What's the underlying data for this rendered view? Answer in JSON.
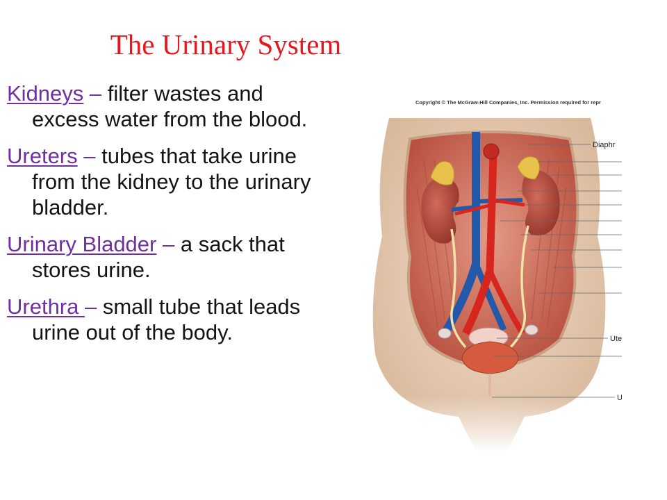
{
  "slide": {
    "title": "The Urinary System"
  },
  "terms": [
    {
      "name": "Kidneys",
      "dash": " – ",
      "description": "filter wastes and excess water from the blood."
    },
    {
      "name": "Ureters",
      "dash": " – ",
      "description": "tubes that take urine from the kidney to the urinary bladder."
    },
    {
      "name": "Urinary Bladder",
      "dash": " – ",
      "description": "a sack that stores urine."
    },
    {
      "name": "Urethra ",
      "dash": "– ",
      "description": "small tube that leads urine out of the body."
    }
  ],
  "figure": {
    "copyright": "Copyright © The McGraw-Hill Companies, Inc. Permission required for repr",
    "labels": {
      "diaphragm": "Diaphr",
      "uterus": "Ute",
      "urethra": "U"
    },
    "colors": {
      "skin": "#e8cdb4",
      "muscle": "#c55a4a",
      "artery": "#d7261e",
      "vein": "#2458a8",
      "kidney": "#b54a3e",
      "adrenal": "#e8c24a"
    }
  }
}
